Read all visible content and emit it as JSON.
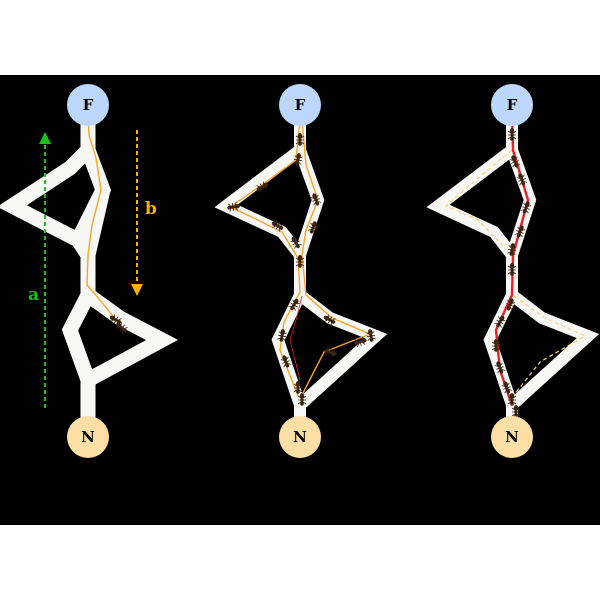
{
  "nodes": {
    "food_label": "F",
    "nest_label": "N",
    "food_color": "#bcd7fb",
    "nest_color": "#fddfa6"
  },
  "arrows": {
    "a_label": "a",
    "b_label": "b",
    "a_color": "#17c417",
    "b_color": "#f4b400"
  },
  "colors": {
    "background": "#000000",
    "path": "#f7f7f5",
    "trail_weak": "#f5a623",
    "trail_strong": "#e8202a",
    "trail_faded": "#f9d47a",
    "ant": "#3a2412"
  },
  "panels": [
    {
      "stage": "initial",
      "ants_on_path": 2
    },
    {
      "stage": "exploring",
      "ants_on_path": 18
    },
    {
      "stage": "converged",
      "ants_on_path": 14
    }
  ]
}
